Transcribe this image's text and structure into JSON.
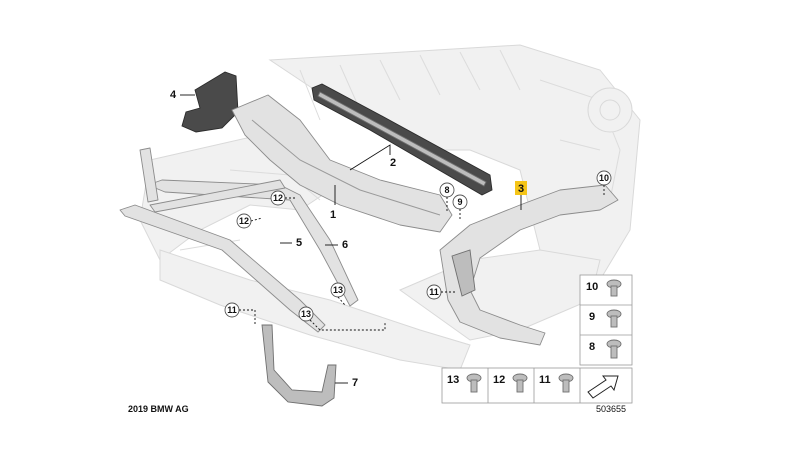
{
  "labels": {
    "p1": "1",
    "p2": "2",
    "p3": "3",
    "p4": "4",
    "p5": "5",
    "p6": "6",
    "p7": "7",
    "c8": "8",
    "c9": "9",
    "c10": "10",
    "c11a": "11",
    "c11b": "11",
    "c12a": "12",
    "c12b": "12",
    "c13a": "13",
    "c13b": "13"
  },
  "legend": {
    "right": [
      "10",
      "9",
      "8"
    ],
    "bottom": [
      "13",
      "12",
      "11"
    ]
  },
  "footer": {
    "copyright": "2019 BMW AG",
    "diagram_number": "503655"
  },
  "colors": {
    "highlight": "#f5c518",
    "ink": "#111111"
  }
}
